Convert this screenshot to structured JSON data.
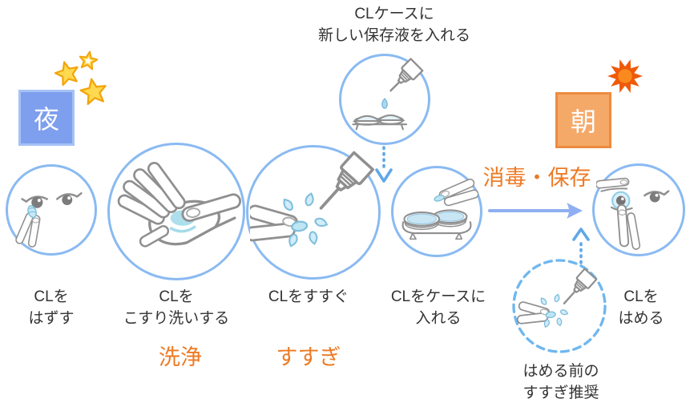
{
  "refill_note": {
    "line1": "CLケースに",
    "line2": "新しい保存液を入れる"
  },
  "badges": {
    "night": "夜",
    "morning": "朝"
  },
  "steps": {
    "remove": {
      "line1": "CLを",
      "line2": "はずす"
    },
    "rub": {
      "line1": "CLを",
      "line2": "こすり洗いする",
      "phase": "洗浄"
    },
    "rinse": {
      "line1": "CLをすすぐ",
      "phase": "すすぎ"
    },
    "case_in": {
      "line1": "CLをケースに",
      "line2": "入れる"
    },
    "insert": {
      "line1": "CLを",
      "line2": "はめる"
    }
  },
  "transition": {
    "disinfect_store": "消毒・保存"
  },
  "optional": {
    "line1": "はめる前の",
    "line2": "すすぎ推奨"
  },
  "icons": [
    "stars-icon",
    "sun-icon",
    "refill-down-arrow-icon",
    "flow-arrow-icon",
    "optional-up-arrow-icon",
    "remove-lens-illustration",
    "rub-lens-illustration",
    "rinse-lens-illustration",
    "refill-case-illustration",
    "case-insert-illustration",
    "insert-lens-illustration",
    "optional-rinse-illustration"
  ],
  "colors": {
    "accent_orange": "#ED7A24",
    "circle_blue": "#8ABAF2",
    "dashed_blue": "#6FB7EF",
    "arrow_blue": "#8FAFF2",
    "dotted_arrow_blue": "#5FA8E8",
    "night_fill": "#7E9EEE",
    "night_border": "#A6C1F5",
    "morning_fill": "#F5A969",
    "morning_border": "#ED8B3F",
    "star_gold": "#FFD94F",
    "star_outline": "#F2A50C",
    "sun_burst": "#EE5A0A",
    "sun_center": "#FB8A1E",
    "sketch_grey": "#8f8f8f",
    "lens_blue": "#BDE6F2",
    "text": "#333333"
  }
}
